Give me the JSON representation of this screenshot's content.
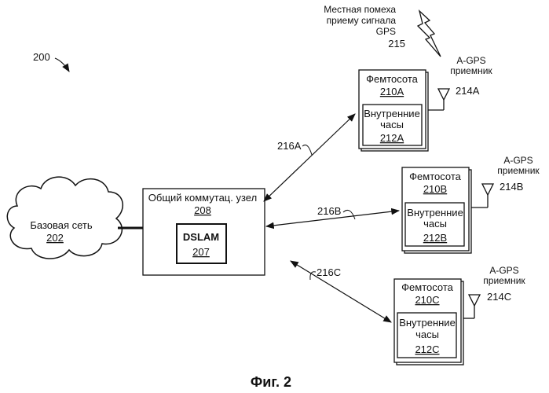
{
  "figure_ref": "200",
  "figure_caption": "Фиг. 2",
  "core_network": {
    "label": "Базовая сеть",
    "ref": "202"
  },
  "switch_node": {
    "label": "Общий коммутац. узел",
    "ref": "208",
    "dslam": {
      "label": "DSLAM",
      "ref": "207"
    }
  },
  "interference": {
    "lines": [
      "Местная помеха",
      "приему сигнала",
      "GPS"
    ],
    "ref": "215"
  },
  "femtocells": [
    {
      "label": "Фемтосота",
      "ref": "210A",
      "clock_lines": [
        "Внутренние",
        "часы"
      ],
      "clock_ref": "212A",
      "gps_lines": [
        "A-GPS",
        "приемник"
      ],
      "gps_ref": "214A",
      "link_ref": "216A"
    },
    {
      "label": "Фемтосота",
      "ref": "210B",
      "clock_lines": [
        "Внутренние",
        "часы"
      ],
      "clock_ref": "212B",
      "gps_lines": [
        "A-GPS",
        "приемник"
      ],
      "gps_ref": "214B",
      "link_ref": "216B"
    },
    {
      "label": "Фемтосота",
      "ref": "210C",
      "clock_lines": [
        "Внутренние",
        "часы"
      ],
      "clock_ref": "212C",
      "gps_lines": [
        "A-GPS",
        "приемник"
      ],
      "gps_ref": "214C",
      "link_ref": "216C"
    }
  ]
}
